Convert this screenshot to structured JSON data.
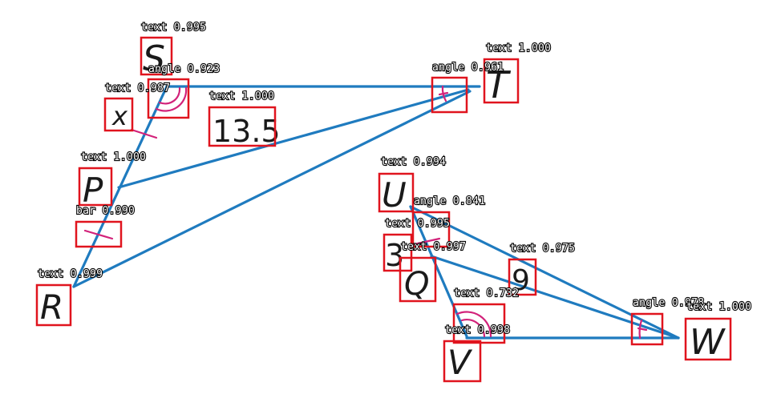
{
  "points": {
    "S": "S",
    "T": "T",
    "x": "x",
    "P": "P",
    "R": "R",
    "U": "U",
    "Q": "Q",
    "V": "V",
    "W": "W"
  },
  "numbers": {
    "side_13_5": "13.5",
    "side_9": "9",
    "side_3": "3"
  },
  "detections": [
    {
      "id": "S",
      "label": "text 0.995"
    },
    {
      "id": "angleS",
      "label": "angle 0.923"
    },
    {
      "id": "x",
      "label": "text 0.987"
    },
    {
      "id": "n135",
      "label": "text 1.000"
    },
    {
      "id": "T",
      "label": "text 1.000"
    },
    {
      "id": "angleT",
      "label": "angle 0.961"
    },
    {
      "id": "P",
      "label": "text 1.000"
    },
    {
      "id": "bar",
      "label": "bar 0.990"
    },
    {
      "id": "R",
      "label": "text 0.999"
    },
    {
      "id": "U",
      "label": "text 0.994"
    },
    {
      "id": "angleU",
      "label": "angle 0.841"
    },
    {
      "id": "n3",
      "label": "text 0.995"
    },
    {
      "id": "Q",
      "label": "text 0.997"
    },
    {
      "id": "n9",
      "label": "text 0.975"
    },
    {
      "id": "angleV",
      "label": "text 0.732"
    },
    {
      "id": "V",
      "label": "text 0.998"
    },
    {
      "id": "angleW",
      "label": "angle 0.978"
    },
    {
      "id": "W",
      "label": "text 1.000"
    }
  ],
  "colors": {
    "line": "#1f7bbf",
    "mark": "#d2227a",
    "box": "#e0141e"
  }
}
